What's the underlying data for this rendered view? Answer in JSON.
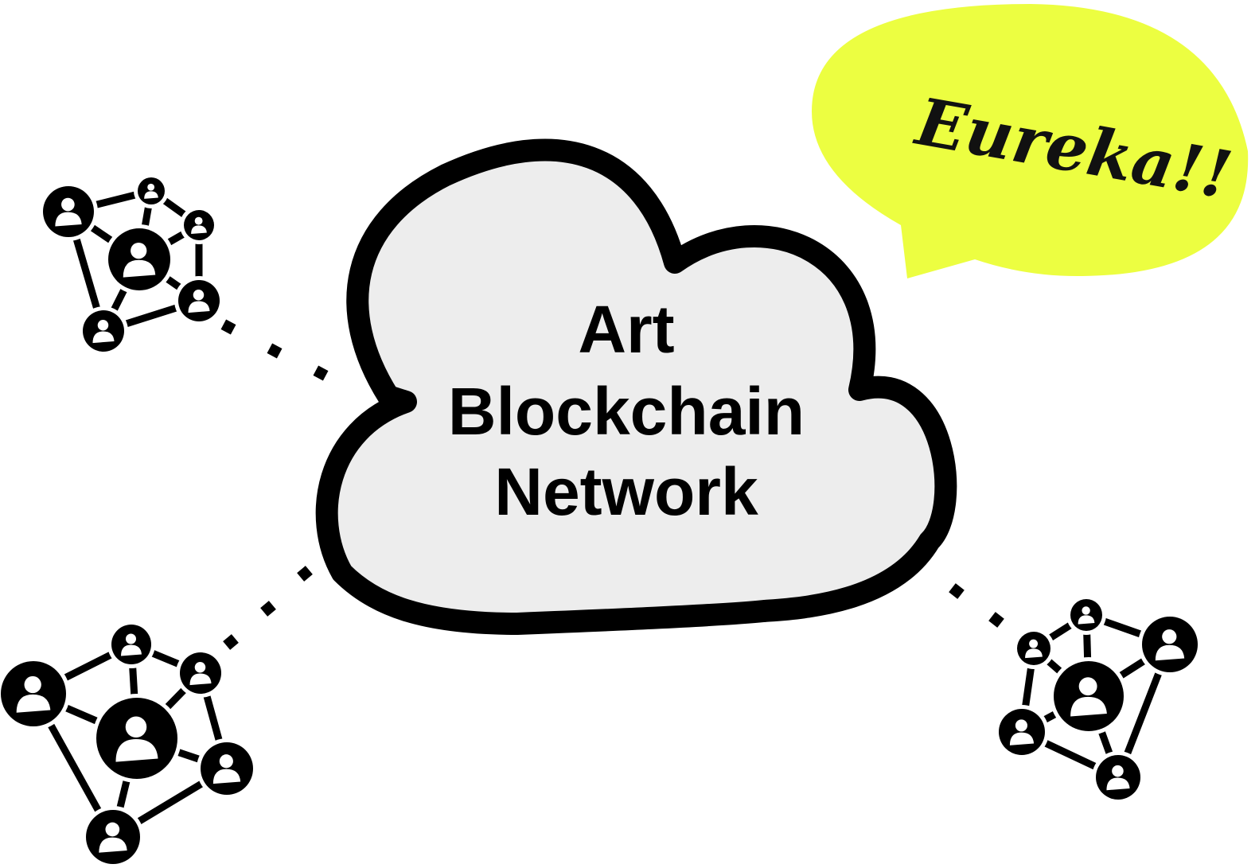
{
  "cloud": {
    "lines": [
      "Art",
      "Blockchain",
      "Network"
    ],
    "fill": "#ededed",
    "stroke": "#000000"
  },
  "bubble": {
    "text": "Eureka!!",
    "fill": "#ecfe41"
  },
  "network_clusters": [
    {
      "name": "network-cluster-top-left",
      "icon": "user-node-icon"
    },
    {
      "name": "network-cluster-bottom-left",
      "icon": "user-node-icon"
    },
    {
      "name": "network-cluster-bottom-right",
      "icon": "user-node-icon"
    }
  ]
}
